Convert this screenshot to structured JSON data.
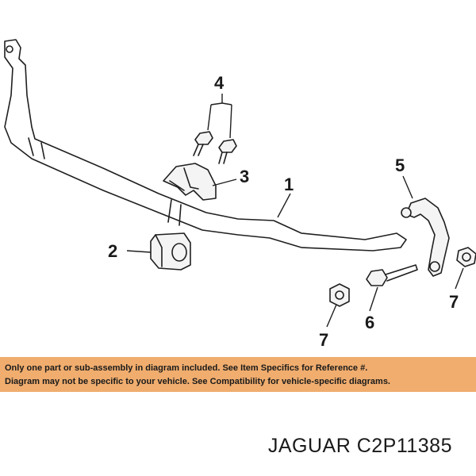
{
  "diagram": {
    "callouts": [
      "1",
      "2",
      "3",
      "4",
      "5",
      "6",
      "7",
      "7"
    ]
  },
  "disclaimer": {
    "line1": "Only one part or sub-assembly in diagram included. See Item Specifics for Reference #.",
    "line2": "Diagram may not be specific to your vehicle. See Compatibility for vehicle-specific diagrams.",
    "background_color": "#f0ad6e"
  },
  "part_label": "JAGUAR C2P11385"
}
